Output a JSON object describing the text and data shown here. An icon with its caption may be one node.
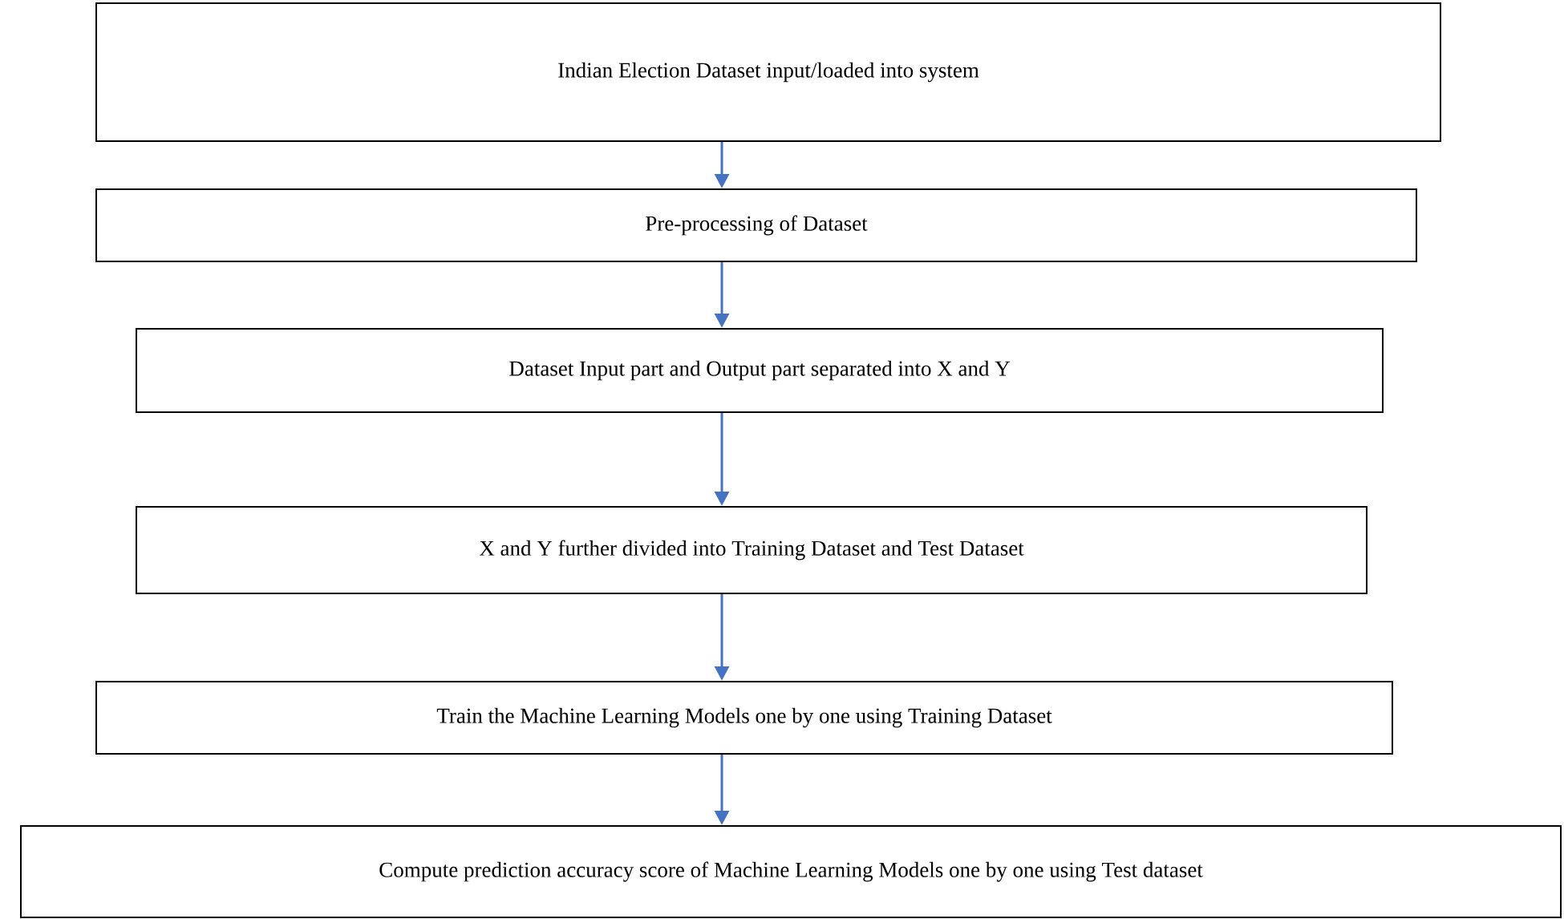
{
  "diagram": {
    "nodes": [
      {
        "text": [
          "Indian Election Dataset input/loaded into system"
        ]
      },
      {
        "text": [
          "Pre-processing of Dataset"
        ]
      },
      {
        "text": [
          "Dataset Input part and Output part separated into X and Y"
        ]
      },
      {
        "text": [
          "X and Y further divided into Training Dataset and Test Dataset"
        ]
      },
      {
        "text": [
          "Train the Machine Learning Models one by one using Training Dataset"
        ]
      },
      {
        "text": [
          "Compute prediction accuracy score of Machine Learning Models one by one using Test dataset"
        ]
      }
    ],
    "edges": [
      {
        "from": 0,
        "to": 1,
        "arrow": "to"
      },
      {
        "from": 1,
        "to": 2,
        "arrow": "to"
      },
      {
        "from": 2,
        "to": 3,
        "arrow": "to"
      },
      {
        "from": 3,
        "to": 4,
        "arrow": "to"
      },
      {
        "from": 4,
        "to": 5,
        "arrow": "to"
      }
    ]
  }
}
